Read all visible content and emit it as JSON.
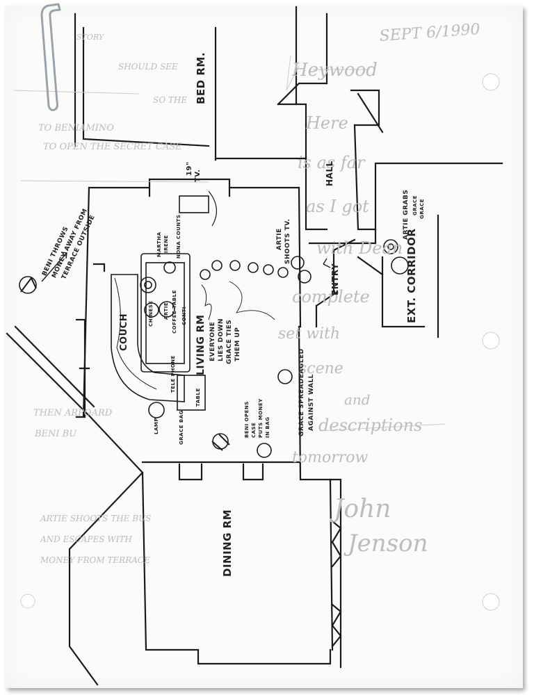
{
  "rooms": {
    "bedroom": "BED RM.",
    "hall": "HALL",
    "living_room": "LIVING RM",
    "dining_room": "DINING RM",
    "exit_corridor": "EXT. CORRIDOR"
  },
  "furniture": {
    "tv": "TV.",
    "tv_size": "19\"",
    "couch": "COUCH",
    "coffee_table": "COFFEE TABLE",
    "table": "TABLE",
    "tele_phone": "TELE PHONE",
    "lamp": "LAMP",
    "grace_bag": "GRACE BAG",
    "entry": "ENTRY"
  },
  "characters": {
    "martha": "MARTHA",
    "irene": "IRENE",
    "nona_counts": "NONA COUNTS",
    "chinese": "CHINESE",
    "artie": "ARTIE",
    "grace": "GRACE",
    "conti": "CONTI"
  },
  "annotations": {
    "beni_throws_1": "BENI THROWS",
    "beni_throws_2": "MONEY AWAY FROM",
    "beni_throws_3": "TERRACE OUTSIDE",
    "artie_shoots_1": "ARTIE",
    "artie_shoots_2": "SHOOTS TV.",
    "artie_grabs_1": "ARTIE GRABS",
    "artie_grabs_2": "GRACE",
    "everyone_1": "EVERYONE",
    "everyone_2": "LIES DOWN",
    "everyone_3": "GRACE TIES",
    "everyone_4": "THEM UP",
    "beni_opens_1": "BENI OPENS",
    "beni_opens_2": "CASE",
    "beni_opens_3": "PUTS MONEY",
    "beni_opens_4": "IN BAG",
    "grace_spread_1": "GRACE SPREADEAGLED",
    "grace_spread_2": "AGAINST WALL"
  },
  "ghost_text": {
    "date": "SEPT 6/1990",
    "heywood": "Heywood",
    "line_1": "Here",
    "line_2": "is as far",
    "line_3": "as I got",
    "line_4": "with Dean",
    "line_5": "complete",
    "line_6": "set with",
    "line_7": "scene",
    "line_8": "and",
    "line_9": "descriptions",
    "line_10": "tomorrow",
    "sign_1": "John",
    "sign_2": "Jenson",
    "left_1": "STORY",
    "left_2": "SHOULD SEE",
    "left_3": "SO THE",
    "left_4": "TO BENIAMINO",
    "left_5": "TO OPEN THE SECRET CASE",
    "left_6": "THEN ARPOARD",
    "left_7": "BENI BU",
    "left_8": "ARTIE SHOOTS THE BUS",
    "left_9": "AND ESCAPES WITH",
    "left_10": "MONEY FROM TERRACE"
  },
  "colors": {
    "paper": "#fbfbfa",
    "ink": "#1a1a1a",
    "ghost_ink": "#b9bcc0",
    "clip": "#9aa3ab"
  }
}
